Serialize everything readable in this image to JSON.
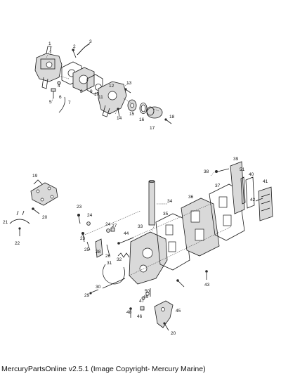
{
  "footer": {
    "caption": "MercuryPartsOnline v2.5.1 (Image Copyright- Mercury Marine)"
  },
  "callouts": {
    "c1": "1",
    "c2": "2",
    "c3": "3",
    "c4": "4",
    "c5": "5",
    "c6": "6",
    "c7": "7",
    "c8": "8",
    "c9": "9",
    "c10": "10",
    "c11": "11",
    "c12": "12",
    "c13": "13",
    "c14": "14",
    "c15": "15",
    "c16": "16",
    "c17": "17",
    "c18": "18",
    "c19": "19",
    "c20a": "20",
    "c20b": "20",
    "c21": "21",
    "c22": "22",
    "c23a": "23",
    "c23b": "23",
    "c24a": "24",
    "c24b": "24",
    "c25": "25",
    "c26": "26",
    "c27": "27",
    "c28": "28",
    "c29": "29",
    "c30": "30",
    "c31": "31",
    "c32": "32",
    "c33": "33",
    "c34": "34",
    "c35": "35",
    "c36": "36",
    "c37": "37",
    "c38": "38",
    "c39": "39",
    "c40": "40",
    "c41": "41",
    "c42": "42",
    "c43": "43",
    "c44": "44",
    "c45": "45",
    "c46": "46",
    "c47": "47",
    "c48": "48",
    "c49": "49",
    "c50": "50",
    "c51": "51"
  }
}
